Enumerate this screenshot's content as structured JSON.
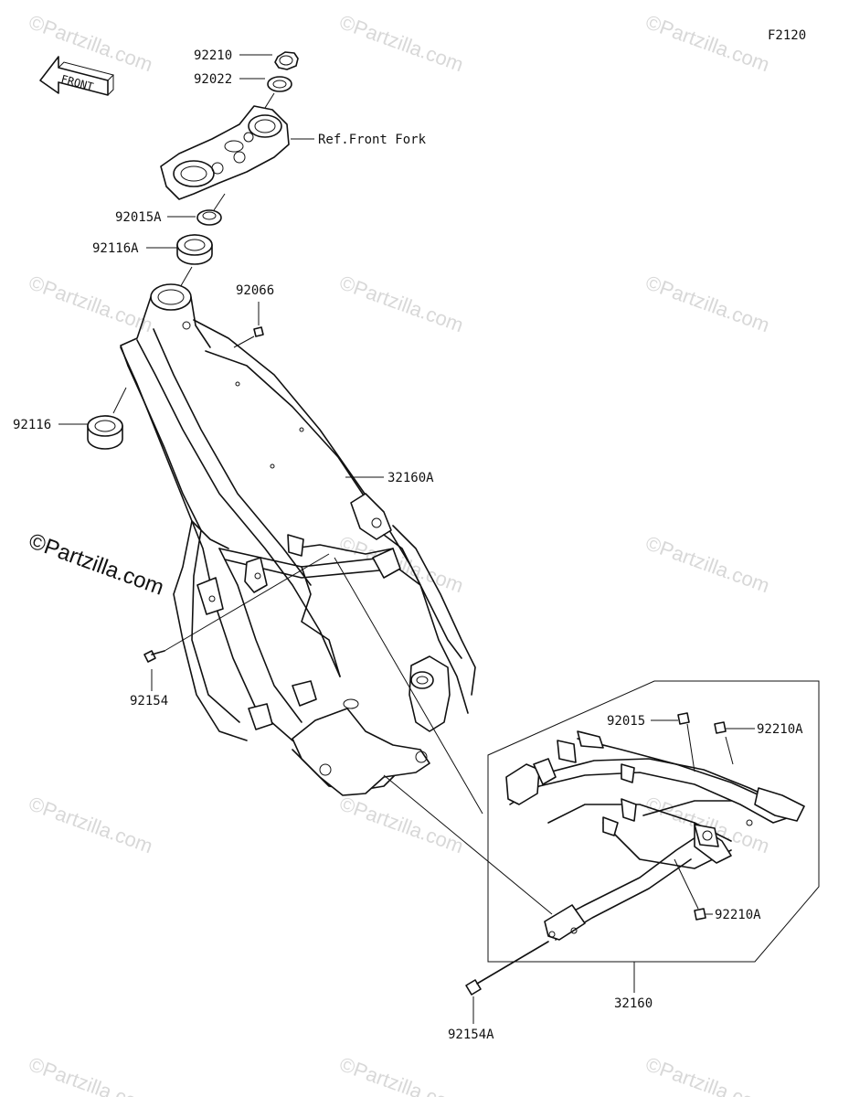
{
  "figure_code": "F2120",
  "watermark_main": "©Partzilla.com",
  "watermark_faint": "©Partzilla.com",
  "front_arrow_label": "FRONT",
  "labels": {
    "p92210": "92210",
    "p92022": "92022",
    "ref_front_fork": "Ref.Front Fork",
    "p92015A": "92015A",
    "p92116A": "92116A",
    "p92066": "92066",
    "p92116": "92116",
    "p32160A": "32160A",
    "p92154": "92154",
    "p92015": "92015",
    "p92210A_top": "92210A",
    "p92210A_bottom": "92210A",
    "p32160": "32160",
    "p92154A": "92154A"
  }
}
